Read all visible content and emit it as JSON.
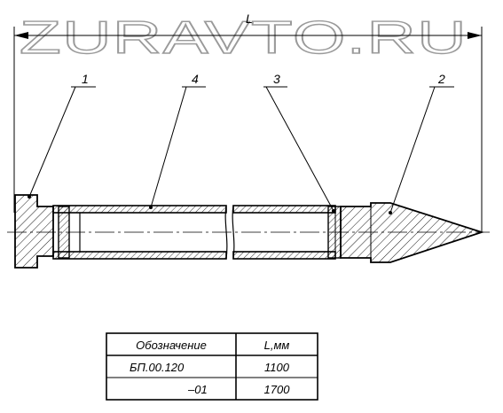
{
  "watermark": "ZURAVTO.RU",
  "dimension": {
    "label": "L"
  },
  "callouts": [
    "1",
    "4",
    "3",
    "2"
  ],
  "table": {
    "headers": [
      "Обозначение",
      "L,мм"
    ],
    "rows": [
      [
        "БП.00.120",
        "1100"
      ],
      [
        "–01",
        "1700"
      ]
    ]
  }
}
